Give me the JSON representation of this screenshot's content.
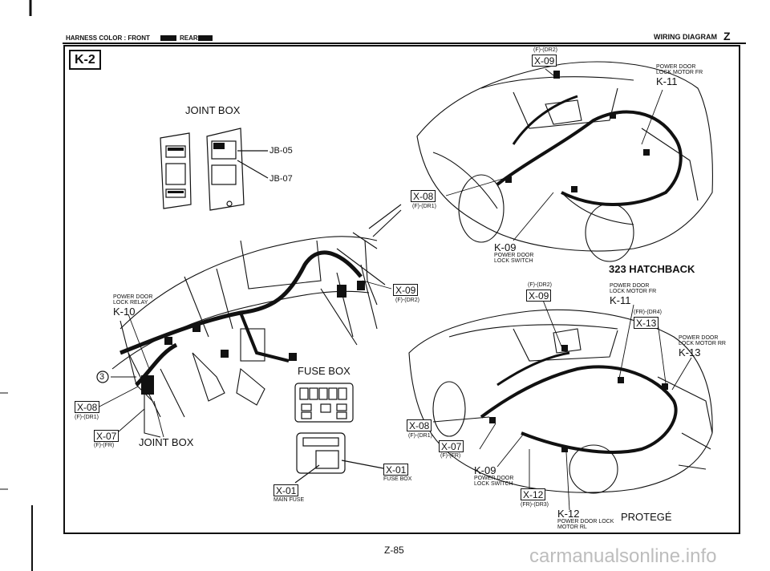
{
  "header": {
    "harness_color": "HARNESS COLOR : FRONT",
    "rear": "REAR",
    "title": "WIRING DIAGRAM",
    "section": "Z"
  },
  "page_code": "K-2",
  "joint_box_top": {
    "title": "JOINT BOX",
    "jb05": "JB-05",
    "jb07": "JB-07"
  },
  "dash": {
    "lock_relay_line1": "POWER DOOR",
    "lock_relay_line2": "LOCK RELAY",
    "lock_relay_code": "K-10",
    "ground_mark": "3",
    "x08": "X-08",
    "x08_loc": "(F)-(DR1)",
    "x07": "X-07",
    "x07_loc": "(F)-(FR)",
    "joint_box": "JOINT BOX",
    "x09": "X-09",
    "x09_loc": "(F)-(DR2)"
  },
  "fuse": {
    "title": "FUSE BOX",
    "x01a": "X-01",
    "x01a_label": "FUSE BOX",
    "x01b": "X-01",
    "x01b_label": "MAIN FUSE"
  },
  "hatchback": {
    "x09_loc": "(F)-(DR2)",
    "x09": "X-09",
    "motor_fr_line1": "POWER DOOR",
    "motor_fr_line2": "LOCK MOTOR FR",
    "motor_fr_code": "K-11",
    "x08": "X-08",
    "x08_loc": "(F)-(DR1)",
    "k09_code": "K-09",
    "k09_line1": "POWER DOOR",
    "k09_line2": "LOCK SWITCH",
    "model": "323 HATCHBACK"
  },
  "protege": {
    "x09_loc": "(F)-(DR2)",
    "x09": "X-09",
    "motor_fr_line1": "POWER DOOR",
    "motor_fr_line2": "LOCK MOTOR FR",
    "motor_fr_code": "K-11",
    "x13_loc": "(FR)-(DR4)",
    "x13": "X-13",
    "motor_rr_line1": "POWER DOOR",
    "motor_rr_line2": "LOCK MOTOR RR",
    "motor_rr_code": "K-13",
    "x08": "X-08",
    "x08_loc": "(F)-(DR1)",
    "x07": "X-07",
    "x07_loc": "(F)-(FR)",
    "k09_code": "K-09",
    "k09_line1": "POWER DOOR",
    "k09_line2": "LOCK SWITCH",
    "x12": "X-12",
    "x12_loc": "(FR)-(DR3)",
    "k12_code": "K-12",
    "k12_line1": "POWER DOOR LOCK",
    "k12_line2": "MOTOR RL",
    "model": "PROTEGÉ"
  },
  "footer": {
    "page_number": "Z-85",
    "watermark": "carmanualsonline.info"
  }
}
